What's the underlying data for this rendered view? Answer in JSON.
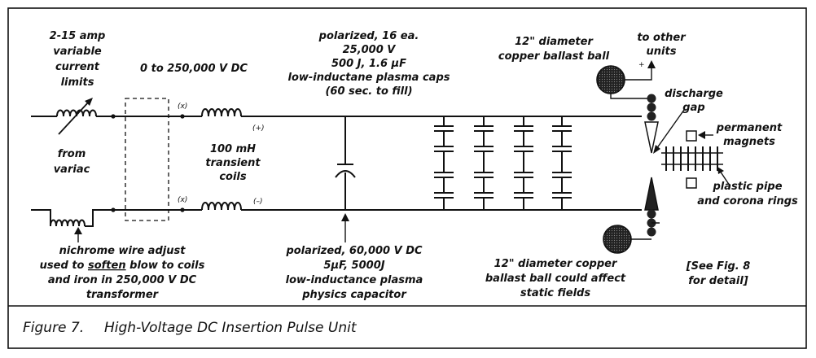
{
  "labels": {
    "current_limits": [
      "2-15 amp",
      "variable",
      "current",
      "limits"
    ],
    "voltage_range": "0 to 250,000 V DC",
    "plasma_caps": [
      "polarized, 16 ea.",
      "25,000 V",
      "500 J, 1.6 µF",
      "low-inductane plasma caps",
      "(60 sec. to fill)"
    ],
    "ballast_top": [
      "12\" diameter",
      "copper ballast ball"
    ],
    "to_other_units": [
      "to other",
      "units"
    ],
    "discharge_gap": [
      "discharge",
      "gap"
    ],
    "permanent_magnets": [
      "permanent",
      "magnets"
    ],
    "from_variac": [
      "from",
      "variac"
    ],
    "transient_coils": [
      "100 mH",
      "transient",
      "coils"
    ],
    "plastic_pipe": [
      "plastic pipe",
      "and corona rings"
    ],
    "nichrome": {
      "line1": "nichrome wire adjust",
      "line2_pre": "used to ",
      "line2_underlined": "soften",
      "line2_post": " blow to coils",
      "line3": "and iron in 250,000 V DC",
      "line4": "transformer"
    },
    "capacitor": [
      "polarized, 60,000 V DC",
      "5µF, 5000J",
      "low-inductance plasma",
      "physics capacitor"
    ],
    "ballast_bottom": [
      "12\" diameter copper",
      "ballast ball could affect",
      "static fields"
    ],
    "see_fig": [
      "[See Fig. 8",
      "for detail]"
    ],
    "x_mark": "(x)",
    "plus_mark": "(+)",
    "minus_mark": "(–)",
    "ball_plus": "+"
  },
  "caption": {
    "number": "Figure 7.",
    "title": "High-Voltage DC Insertion Pulse Unit"
  }
}
